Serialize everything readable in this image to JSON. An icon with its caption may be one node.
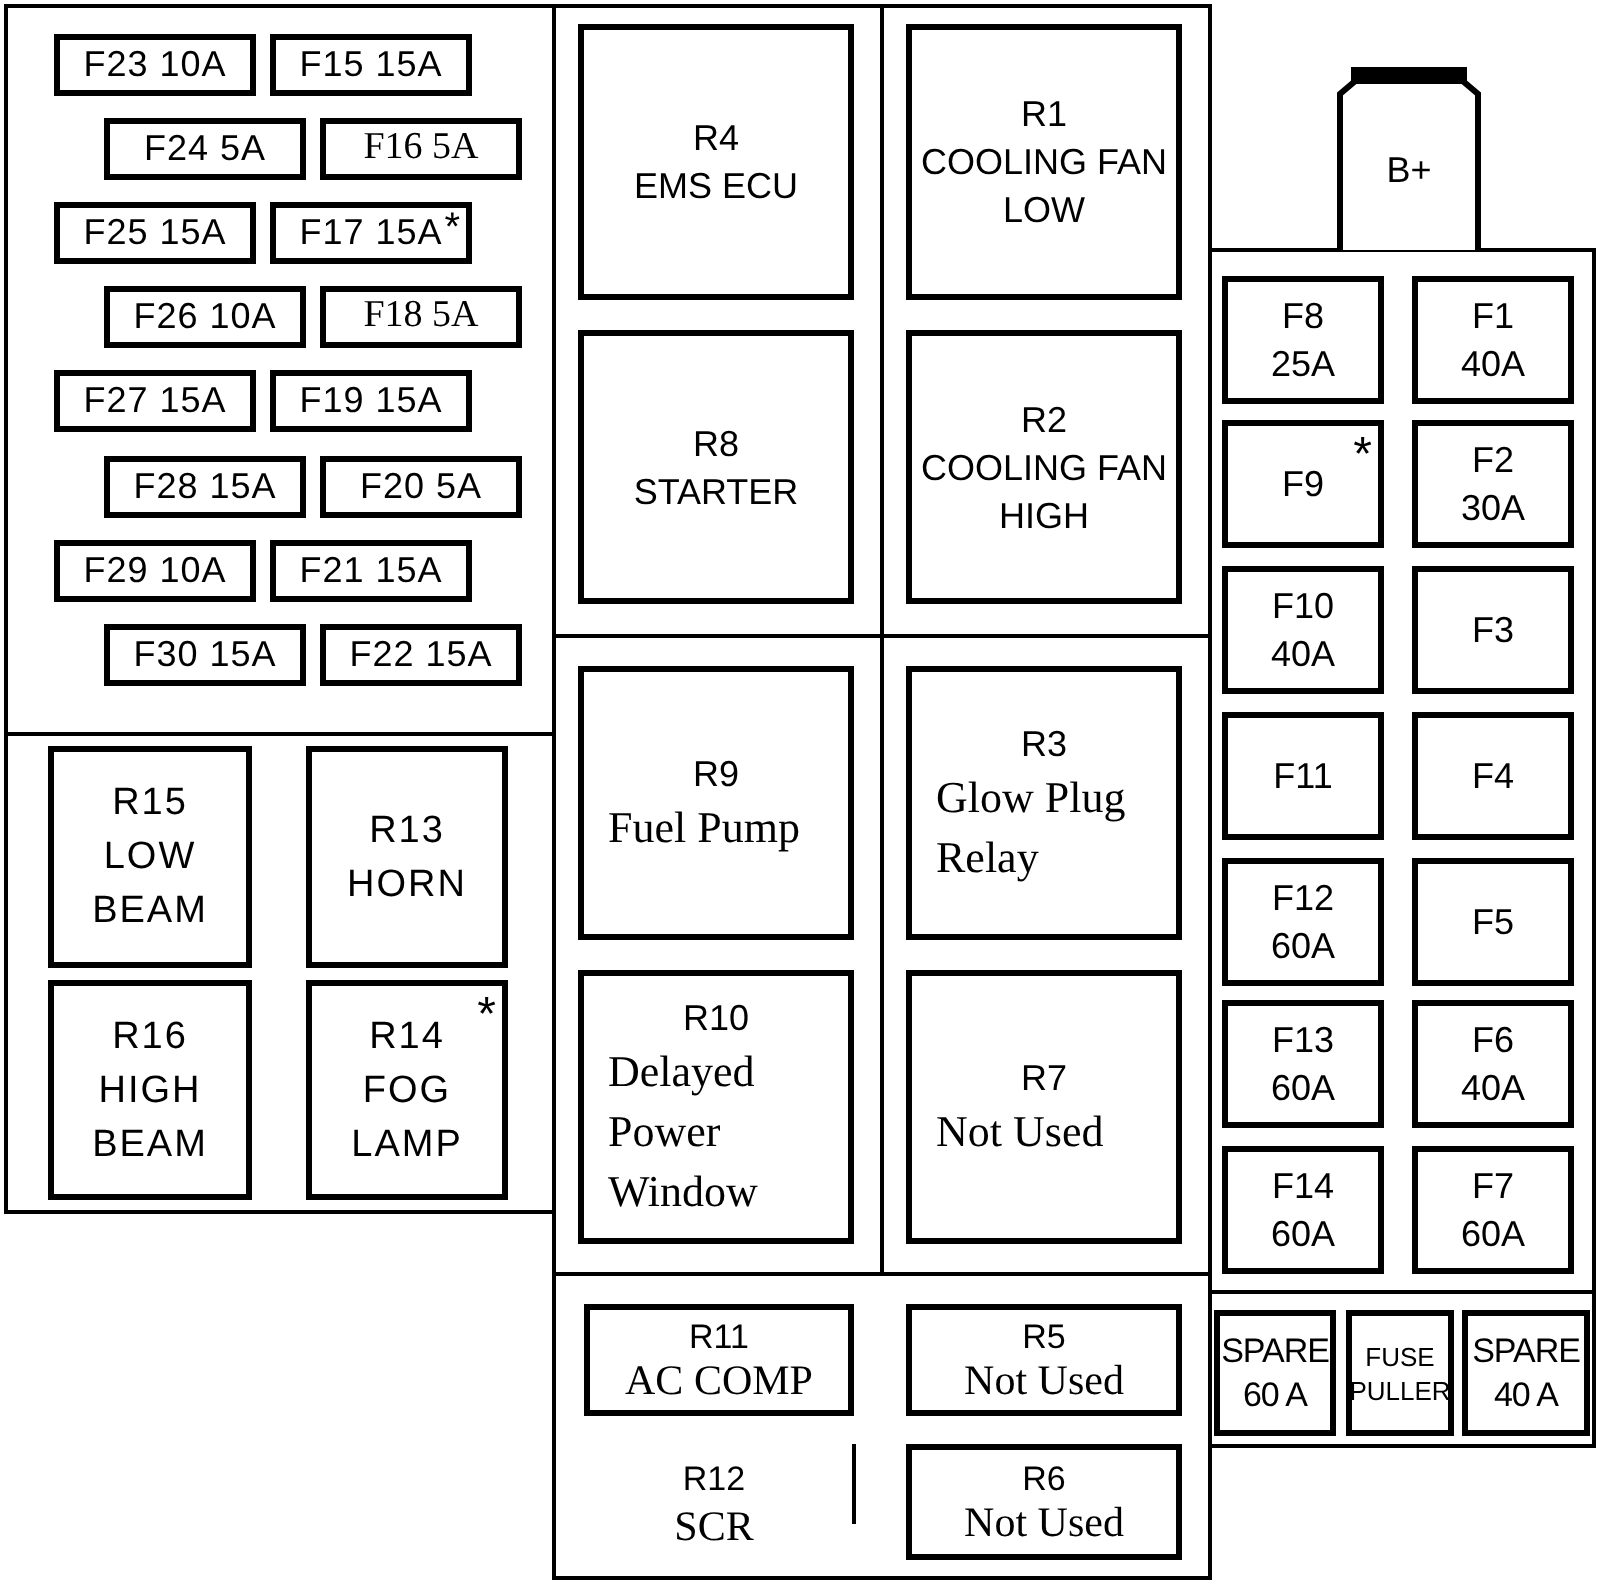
{
  "diagram": {
    "nodes": [
      {
        "text": [
          "F23 10A"
        ]
      },
      {
        "text": [
          "F15 15A"
        ]
      },
      {
        "text": [
          "F24 5A"
        ]
      },
      {
        "text": [
          "F16 5A"
        ]
      },
      {
        "text": [
          "F25 15A"
        ]
      },
      {
        "text": [
          "F17 15A",
          "*"
        ]
      },
      {
        "text": [
          "F26 10A"
        ]
      },
      {
        "text": [
          "F18 5A"
        ]
      },
      {
        "text": [
          "F27 15A"
        ]
      },
      {
        "text": [
          "F19 15A"
        ]
      },
      {
        "text": [
          "F28 15A"
        ]
      },
      {
        "text": [
          "F20 5A"
        ]
      },
      {
        "text": [
          "F29 10A"
        ]
      },
      {
        "text": [
          "F21 15A"
        ]
      },
      {
        "text": [
          "F30 15A"
        ]
      },
      {
        "text": [
          "F22 15A"
        ]
      },
      {
        "text": [
          "R15",
          "LOW BEAM"
        ]
      },
      {
        "text": [
          "R13",
          "HORN"
        ]
      },
      {
        "text": [
          "R16",
          "HIGH BEAM"
        ]
      },
      {
        "text": [
          "R14",
          "FOG LAMP",
          "*"
        ]
      },
      {
        "text": [
          "R4",
          "EMS ECU"
        ]
      },
      {
        "text": [
          "R1",
          "COOLING FAN LOW"
        ]
      },
      {
        "text": [
          "R8",
          "STARTER"
        ]
      },
      {
        "text": [
          "R2",
          "COOLING FAN HIGH"
        ]
      },
      {
        "text": [
          "R9",
          "Fuel Pump"
        ]
      },
      {
        "text": [
          "R3",
          "Glow Plug Relay"
        ]
      },
      {
        "text": [
          "R10",
          "Delayed Power Window"
        ]
      },
      {
        "text": [
          "R7",
          "Not Used"
        ]
      },
      {
        "text": [
          "R11",
          "AC COMP"
        ]
      },
      {
        "text": [
          "R5",
          "Not Used"
        ]
      },
      {
        "text": [
          "R12",
          "SCR"
        ]
      },
      {
        "text": [
          "R6",
          "Not Used"
        ]
      },
      {
        "text": [
          "B+"
        ]
      },
      {
        "text": [
          "F8",
          "25A"
        ]
      },
      {
        "text": [
          "F1",
          "40A"
        ]
      },
      {
        "text": [
          "F9",
          "*"
        ]
      },
      {
        "text": [
          "F2",
          "30A"
        ]
      },
      {
        "text": [
          "F10",
          "40A"
        ]
      },
      {
        "text": [
          "F3"
        ]
      },
      {
        "text": [
          "F11"
        ]
      },
      {
        "text": [
          "F4"
        ]
      },
      {
        "text": [
          "F12",
          "60A"
        ]
      },
      {
        "text": [
          "F5"
        ]
      },
      {
        "text": [
          "F13",
          "60A"
        ]
      },
      {
        "text": [
          "F6",
          "40A"
        ]
      },
      {
        "text": [
          "F14",
          "60A"
        ]
      },
      {
        "text": [
          "F7",
          "60A"
        ]
      },
      {
        "text": [
          "SPARE",
          "60 A"
        ]
      },
      {
        "text": [
          "FUSE PULLER"
        ]
      },
      {
        "text": [
          "SPARE",
          "40 A"
        ]
      }
    ]
  }
}
